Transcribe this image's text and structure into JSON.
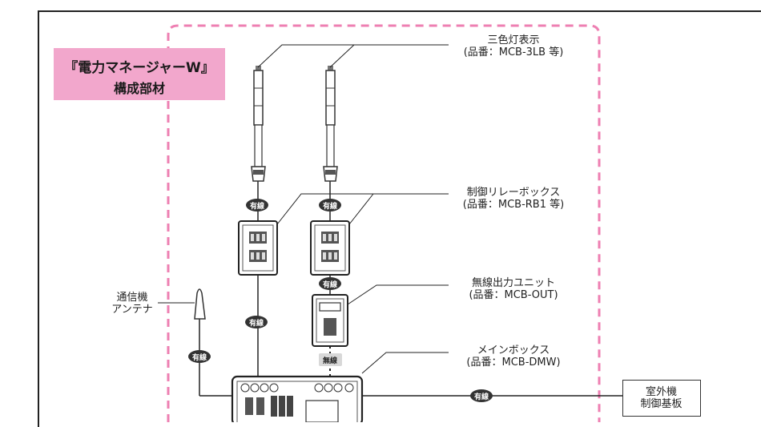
{
  "title": {
    "line1": "『電力マネージャーW』",
    "line2": "構成部材"
  },
  "labels": {
    "tower": {
      "name": "三色灯表示",
      "part": "(品番：MCB-3LB 等)"
    },
    "relay": {
      "name": "制御リレーボックス",
      "part": "(品番：MCB-RB1 等)"
    },
    "wireless_unit": {
      "name": "無線出力ユニット",
      "part": "(品番：MCB-OUT)"
    },
    "main_box": {
      "name": "メインボックス",
      "part": "(品番：MCB-DMW)"
    },
    "antenna": {
      "line1": "通信機",
      "line2": "アンテナ"
    },
    "outdoor": {
      "line1": "室外機",
      "line2": "制御基板"
    }
  },
  "badges": {
    "wired": "有線",
    "wireless": "無線"
  },
  "colors": {
    "pink_fill": "#f2a7cc",
    "pink_dash": "#ee7fb2",
    "ink": "#222222",
    "badge": "#333333"
  }
}
